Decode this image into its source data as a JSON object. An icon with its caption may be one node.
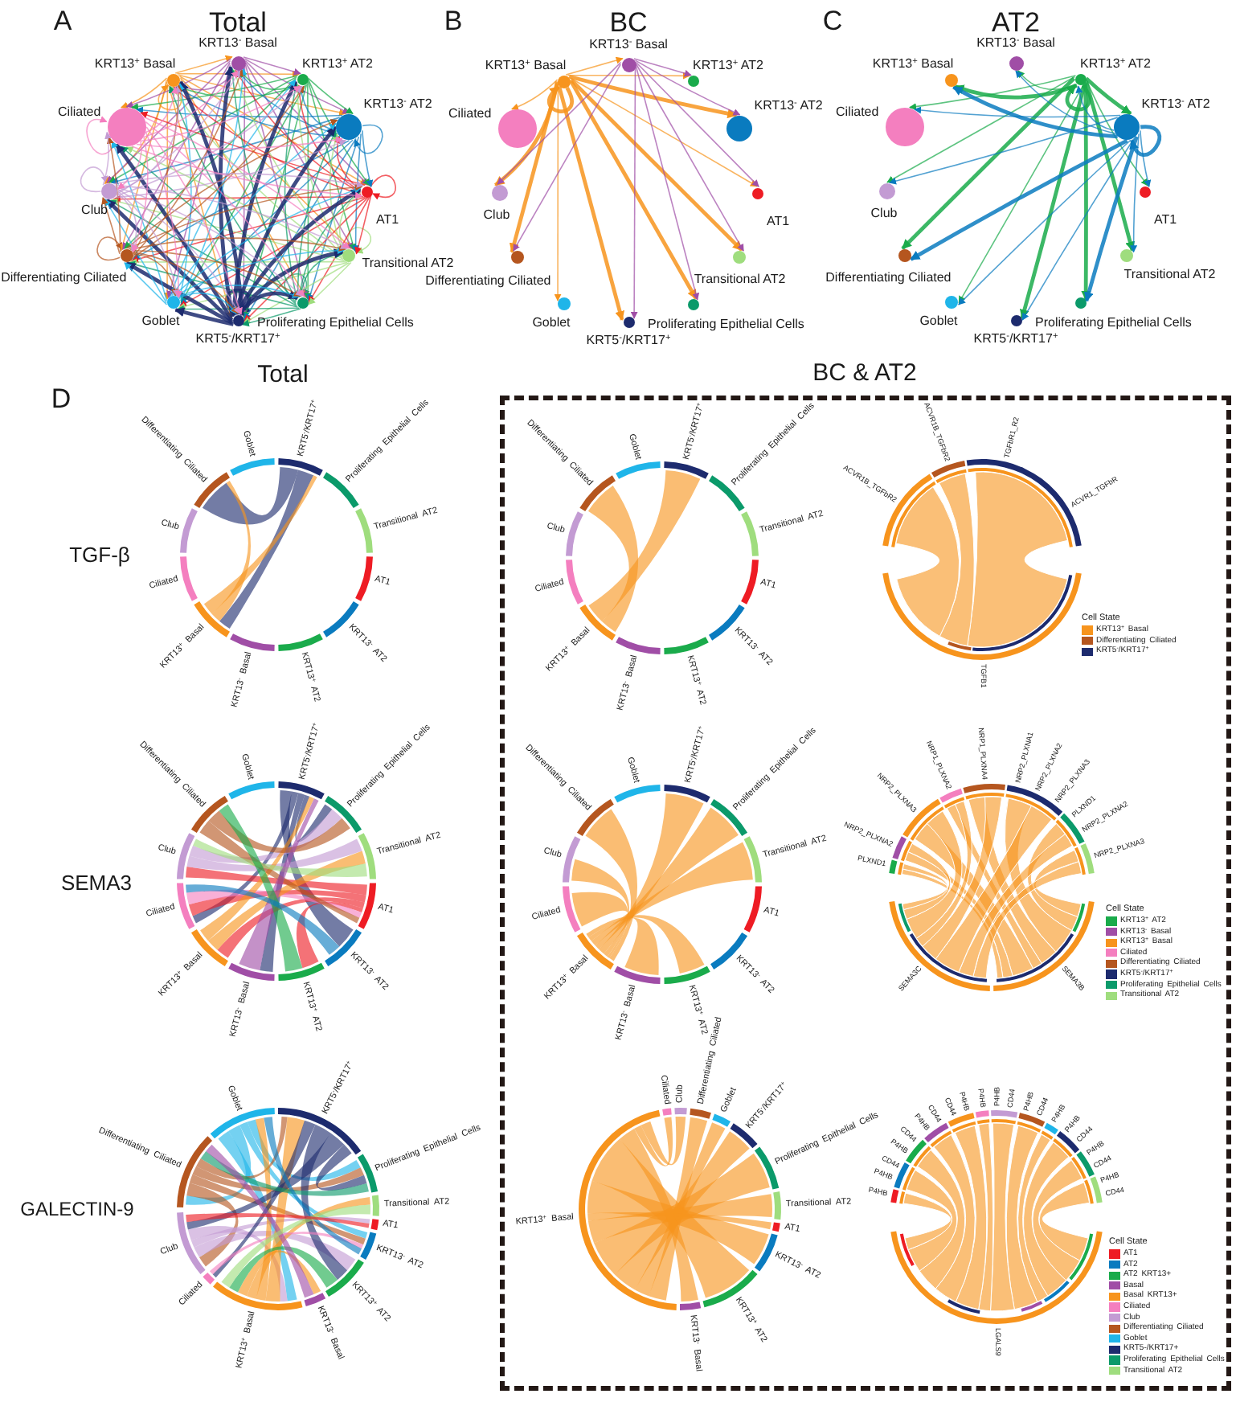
{
  "diagram": {
    "nodes": [
      {
        "text": [
          "KRT13$^{+}$ Basal"
        ]
      },
      {
        "text": [
          "KRT13$^{-}$ Basal"
        ]
      },
      {
        "text": [
          "KRT13$^{+}$ AT2"
        ]
      },
      {
        "text": [
          "KRT13$^{-}$ AT2"
        ]
      },
      {
        "text": [
          "AT1"
        ]
      },
      {
        "text": [
          "Transitional AT2"
        ]
      },
      {
        "text": [
          "Proliferating Epithelial Cells"
        ]
      },
      {
        "text": [
          "KRT5$^{-}$/KRT17$^{+}$"
        ]
      },
      {
        "text": [
          "Goblet"
        ]
      },
      {
        "text": [
          "Differentiating Ciliated"
        ]
      },
      {
        "text": [
          "Club"
        ]
      },
      {
        "text": [
          "Ciliated"
        ]
      },
      {
        "text": [
          "KRT13$^{+}$ Basal"
        ]
      },
      {
        "text": [
          "KRT13$^{-}$ Basal"
        ]
      },
      {
        "text": [
          "KRT13$^{+}$ AT2"
        ]
      },
      {
        "text": [
          "KRT13$^{-}$ AT2"
        ]
      },
      {
        "text": [
          "AT1"
        ]
      },
      {
        "text": [
          "Transitional AT2"
        ]
      },
      {
        "text": [
          "Proliferating Epithelial Cells"
        ]
      },
      {
        "text": [
          "KRT5$^{-}$/KRT17$^{+}$"
        ]
      },
      {
        "text": [
          "Goblet"
        ]
      },
      {
        "text": [
          "Differentiating Ciliated"
        ]
      },
      {
        "text": [
          "Club"
        ]
      },
      {
        "text": [
          "Ciliated"
        ]
      },
      {
        "text": [
          "KRT13$^{+}$ Basal"
        ]
      },
      {
        "text": [
          "KRT13$^{-}$ Basal"
        ]
      },
      {
        "text": [
          "KRT13$^{+}$ AT2"
        ]
      },
      {
        "text": [
          "KRT13$^{-}$ AT2"
        ]
      },
      {
        "text": [
          "AT1"
        ]
      },
      {
        "text": [
          "Transitional AT2"
        ]
      },
      {
        "text": [
          "Proliferating Epithelial Cells"
        ]
      },
      {
        "text": [
          "KRT5$^{-}$/KRT17$^{+}$"
        ]
      },
      {
        "text": [
          "Goblet"
        ]
      },
      {
        "text": [
          "Differentiating Ciliated"
        ]
      },
      {
        "text": [
          "Club"
        ]
      },
      {
        "text": [
          "Ciliated"
        ]
      }
    ],
    "edges": [
      {
        "from": 0,
        "to": 0,
        "arrow": "to",
        "color": "#f7941d"
      },
      {
        "from": 0,
        "to": 1,
        "arrow": "to",
        "color": "#f7941d"
      },
      {
        "from": 0,
        "to": 2,
        "arrow": "to",
        "color": "#f7941d"
      },
      {
        "from": 0,
        "to": 3,
        "arrow": "to",
        "color": "#f7941d"
      },
      {
        "from": 0,
        "to": 4,
        "arrow": "to",
        "color": "#f7941d"
      },
      {
        "from": 0,
        "to": 5,
        "arrow": "to",
        "color": "#f7941d"
      },
      {
        "from": 0,
        "to": 6,
        "arrow": "to",
        "color": "#f7941d"
      },
      {
        "from": 0,
        "to": 7,
        "arrow": "to",
        "color": "#f7941d"
      },
      {
        "from": 0,
        "to": 8,
        "arrow": "to",
        "color": "#f7941d"
      },
      {
        "from": 0,
        "to": 9,
        "arrow": "to",
        "color": "#f7941d"
      },
      {
        "from": 0,
        "to": 10,
        "arrow": "to",
        "color": "#f7941d"
      },
      {
        "from": 0,
        "to": 11,
        "arrow": "to",
        "color": "#f7941d"
      },
      {
        "from": 1,
        "to": 0,
        "arrow": "to",
        "color": "#a04ea6"
      },
      {
        "from": 1,
        "to": 2,
        "arrow": "to",
        "color": "#a04ea6"
      },
      {
        "from": 1,
        "to": 3,
        "arrow": "to",
        "color": "#a04ea6"
      },
      {
        "from": 1,
        "to": 4,
        "arrow": "to",
        "color": "#a04ea6"
      },
      {
        "from": 1,
        "to": 5,
        "arrow": "to",
        "color": "#a04ea6"
      },
      {
        "from": 1,
        "to": 6,
        "arrow": "to",
        "color": "#a04ea6"
      },
      {
        "from": 1,
        "to": 7,
        "arrow": "to",
        "color": "#a04ea6"
      },
      {
        "from": 1,
        "to": 8,
        "arrow": "to",
        "color": "#a04ea6"
      },
      {
        "from": 1,
        "to": 9,
        "arrow": "to",
        "color": "#a04ea6"
      },
      {
        "from": 1,
        "to": 10,
        "arrow": "to",
        "color": "#a04ea6"
      },
      {
        "from": 1,
        "to": 11,
        "arrow": "to",
        "color": "#a04ea6"
      },
      {
        "from": 2,
        "to": 0,
        "arrow": "to",
        "color": "#1aab4b"
      },
      {
        "from": 2,
        "to": 1,
        "arrow": "to",
        "color": "#1aab4b"
      },
      {
        "from": 2,
        "to": 3,
        "arrow": "to",
        "color": "#1aab4b"
      },
      {
        "from": 2,
        "to": 4,
        "arrow": "to",
        "color": "#1aab4b"
      },
      {
        "from": 2,
        "to": 5,
        "arrow": "to",
        "color": "#1aab4b"
      },
      {
        "from": 2,
        "to": 6,
        "arrow": "to",
        "color": "#1aab4b"
      },
      {
        "from": 2,
        "to": 7,
        "arrow": "to",
        "color": "#1aab4b"
      },
      {
        "from": 2,
        "to": 8,
        "arrow": "to",
        "color": "#1aab4b"
      },
      {
        "from": 2,
        "to": 9,
        "arrow": "to",
        "color": "#1aab4b"
      },
      {
        "from": 2,
        "to": 10,
        "arrow": "to",
        "color": "#1aab4b"
      },
      {
        "from": 2,
        "to": 11,
        "arrow": "to",
        "color": "#1aab4b"
      },
      {
        "from": 3,
        "to": 0,
        "arrow": "to",
        "color": "#0a7bbf"
      },
      {
        "from": 3,
        "to": 1,
        "arrow": "to",
        "color": "#0a7bbf"
      },
      {
        "from": 3,
        "to": 2,
        "arrow": "to",
        "color": "#0a7bbf"
      },
      {
        "from": 3,
        "to": 3,
        "arrow": "to",
        "color": "#0a7bbf"
      },
      {
        "from": 3,
        "to": 4,
        "arrow": "to",
        "color": "#0a7bbf"
      },
      {
        "from": 3,
        "to": 5,
        "arrow": "to",
        "color": "#0a7bbf"
      },
      {
        "from": 3,
        "to": 6,
        "arrow": "to",
        "color": "#0a7bbf"
      },
      {
        "from": 3,
        "to": 7,
        "arrow": "to",
        "color": "#0a7bbf"
      },
      {
        "from": 3,
        "to": 8,
        "arrow": "to",
        "color": "#0a7bbf"
      },
      {
        "from": 3,
        "to": 9,
        "arrow": "to",
        "color": "#0a7bbf"
      },
      {
        "from": 3,
        "to": 10,
        "arrow": "to",
        "color": "#0a7bbf"
      },
      {
        "from": 3,
        "to": 11,
        "arrow": "to",
        "color": "#0a7bbf"
      },
      {
        "from": 4,
        "to": 0,
        "arrow": "to",
        "color": "#ee1c24"
      },
      {
        "from": 4,
        "to": 1,
        "arrow": "to",
        "color": "#ee1c24"
      },
      {
        "from": 4,
        "to": 2,
        "arrow": "to",
        "color": "#ee1c24"
      },
      {
        "from": 4,
        "to": 3,
        "arrow": "to",
        "color": "#ee1c24"
      },
      {
        "from": 4,
        "to": 4,
        "arrow": "to",
        "color": "#ee1c24"
      },
      {
        "from": 4,
        "to": 5,
        "arrow": "to",
        "color": "#ee1c24"
      },
      {
        "from": 4,
        "to": 6,
        "arrow": "to",
        "color": "#ee1c24"
      },
      {
        "from": 4,
        "to": 7,
        "arrow": "to",
        "color": "#ee1c24"
      },
      {
        "from": 4,
        "to": 8,
        "arrow": "to",
        "color": "#ee1c24"
      },
      {
        "from": 4,
        "to": 9,
        "arrow": "to",
        "color": "#ee1c24"
      },
      {
        "from": 4,
        "to": 10,
        "arrow": "to",
        "color": "#ee1c24"
      },
      {
        "from": 4,
        "to": 11,
        "arrow": "to",
        "color": "#ee1c24"
      },
      {
        "from": 5,
        "to": 0,
        "arrow": "to",
        "color": "#9fdd7e"
      },
      {
        "from": 5,
        "to": 1,
        "arrow": "to",
        "color": "#9fdd7e"
      },
      {
        "from": 5,
        "to": 2,
        "arrow": "to",
        "color": "#9fdd7e"
      },
      {
        "from": 5,
        "to": 3,
        "arrow": "to",
        "color": "#9fdd7e"
      },
      {
        "from": 5,
        "to": 4,
        "arrow": "to",
        "color": "#9fdd7e"
      },
      {
        "from": 5,
        "to": 5,
        "arrow": "to",
        "color": "#9fdd7e"
      },
      {
        "from": 5,
        "to": 6,
        "arrow": "to",
        "color": "#9fdd7e"
      },
      {
        "from": 5,
        "to": 7,
        "arrow": "to",
        "color": "#9fdd7e"
      },
      {
        "from": 5,
        "to": 8,
        "arrow": "to",
        "color": "#9fdd7e"
      },
      {
        "from": 5,
        "to": 9,
        "arrow": "to",
        "color": "#9fdd7e"
      },
      {
        "from": 5,
        "to": 10,
        "arrow": "to",
        "color": "#9fdd7e"
      },
      {
        "from": 5,
        "to": 11,
        "arrow": "to",
        "color": "#9fdd7e"
      },
      {
        "from": 6,
        "to": 0,
        "arrow": "to",
        "color": "#0b9a6a"
      },
      {
        "from": 6,
        "to": 1,
        "arrow": "to",
        "color": "#0b9a6a"
      },
      {
        "from": 6,
        "to": 2,
        "arrow": "to",
        "color": "#0b9a6a"
      },
      {
        "from": 6,
        "to": 3,
        "arrow": "to",
        "color": "#0b9a6a"
      },
      {
        "from": 6,
        "to": 4,
        "arrow": "to",
        "color": "#0b9a6a"
      },
      {
        "from": 6,
        "to": 5,
        "arrow": "to",
        "color": "#0b9a6a"
      },
      {
        "from": 6,
        "to": 6,
        "arrow": "to",
        "color": "#0b9a6a"
      },
      {
        "from": 6,
        "to": 7,
        "arrow": "to",
        "color": "#0b9a6a"
      },
      {
        "from": 6,
        "to": 8,
        "arrow": "to",
        "color": "#0b9a6a"
      },
      {
        "from": 6,
        "to": 9,
        "arrow": "to",
        "color": "#0b9a6a"
      },
      {
        "from": 6,
        "to": 10,
        "arrow": "to",
        "color": "#0b9a6a"
      },
      {
        "from": 6,
        "to": 11,
        "arrow": "to",
        "color": "#0b9a6a"
      },
      {
        "from": 7,
        "to": 0,
        "arrow": "to",
        "style": "thick",
        "color": "#1d2b6e"
      },
      {
        "from": 7,
        "to": 1,
        "arrow": "to",
        "style": "thick",
        "color": "#1d2b6e"
      },
      {
        "from": 7,
        "to": 2,
        "arrow": "to",
        "style": "thick",
        "color": "#1d2b6e"
      },
      {
        "from": 7,
        "to": 3,
        "arrow": "to",
        "style": "thick",
        "color": "#1d2b6e"
      },
      {
        "from": 7,
        "to": 4,
        "arrow": "to",
        "style": "thick",
        "color": "#1d2b6e"
      },
      {
        "from": 7,
        "to": 5,
        "arrow": "to",
        "style": "thick",
        "color": "#1d2b6e"
      },
      {
        "from": 7,
        "to": 6,
        "arrow": "to",
        "style": "thick",
        "color": "#1d2b6e"
      },
      {
        "from": 7,
        "to": 7,
        "arrow": "to",
        "style": "thick",
        "color": "#1d2b6e"
      },
      {
        "from": 7,
        "to": 8,
        "arrow": "to",
        "style": "thick",
        "color": "#1d2b6e"
      },
      {
        "from": 7,
        "to": 9,
        "arrow": "to",
        "style": "thick",
        "color": "#1d2b6e"
      },
      {
        "from": 7,
        "to": 10,
        "arrow": "to",
        "style": "thick",
        "color": "#1d2b6e"
      },
      {
        "from": 7,
        "to": 11,
        "arrow": "to",
        "style": "thick",
        "color": "#1d2b6e"
      },
      {
        "from": 8,
        "to": 0,
        "arrow": "to",
        "color": "#1fb5e9"
      },
      {
        "from": 8,
        "to": 1,
        "arrow": "to",
        "color": "#1fb5e9"
      },
      {
        "from": 8,
        "to": 2,
        "arrow": "to",
        "color": "#1fb5e9"
      },
      {
        "from": 8,
        "to": 3,
        "arrow": "to",
        "color": "#1fb5e9"
      },
      {
        "from": 8,
        "to": 4,
        "arrow": "to",
        "color": "#1fb5e9"
      },
      {
        "from": 8,
        "to": 5,
        "arrow": "to",
        "color": "#1fb5e9"
      },
      {
        "from": 8,
        "to": 6,
        "arrow": "to",
        "color": "#1fb5e9"
      },
      {
        "from": 8,
        "to": 7,
        "arrow": "to",
        "color": "#1fb5e9"
      },
      {
        "from": 8,
        "to": 9,
        "arrow": "to",
        "color": "#1fb5e9"
      },
      {
        "from": 8,
        "to": 10,
        "arrow": "to",
        "color": "#1fb5e9"
      },
      {
        "from": 8,
        "to": 11,
        "arrow": "to",
        "color": "#1fb5e9"
      },
      {
        "from": 9,
        "to": 0,
        "arrow": "to",
        "color": "#b5561f"
      },
      {
        "from": 9,
        "to": 1,
        "arrow": "to",
        "color": "#b5561f"
      },
      {
        "from": 9,
        "to": 2,
        "arrow": "to",
        "color": "#b5561f"
      },
      {
        "from": 9,
        "to": 3,
        "arrow": "to",
        "color": "#b5561f"
      },
      {
        "from": 9,
        "to": 4,
        "arrow": "to",
        "color": "#b5561f"
      },
      {
        "from": 9,
        "to": 5,
        "arrow": "to",
        "color": "#b5561f"
      },
      {
        "from": 9,
        "to": 6,
        "arrow": "to",
        "color": "#b5561f"
      },
      {
        "from": 9,
        "to": 7,
        "arrow": "to",
        "color": "#b5561f"
      },
      {
        "from": 9,
        "to": 8,
        "arrow": "to",
        "color": "#b5561f"
      },
      {
        "from": 9,
        "to": 9,
        "arrow": "to",
        "color": "#b5561f"
      },
      {
        "from": 9,
        "to": 10,
        "arrow": "to",
        "color": "#b5561f"
      },
      {
        "from": 9,
        "to": 11,
        "arrow": "to",
        "color": "#b5561f"
      },
      {
        "from": 10,
        "to": 0,
        "arrow": "to",
        "color": "#c39bd3"
      },
      {
        "from": 10,
        "to": 1,
        "arrow": "to",
        "color": "#c39bd3"
      },
      {
        "from": 10,
        "to": 2,
        "arrow": "to",
        "color": "#c39bd3"
      },
      {
        "from": 10,
        "to": 3,
        "arrow": "to",
        "color": "#c39bd3"
      },
      {
        "from": 10,
        "to": 4,
        "arrow": "to",
        "color": "#c39bd3"
      },
      {
        "from": 10,
        "to": 5,
        "arrow": "to",
        "color": "#c39bd3"
      },
      {
        "from": 10,
        "to": 6,
        "arrow": "to",
        "color": "#c39bd3"
      },
      {
        "from": 10,
        "to": 7,
        "arrow": "to",
        "color": "#c39bd3"
      },
      {
        "from": 10,
        "to": 8,
        "arrow": "to",
        "color": "#c39bd3"
      },
      {
        "from": 10,
        "to": 9,
        "arrow": "to",
        "color": "#c39bd3"
      },
      {
        "from": 10,
        "to": 10,
        "arrow": "to",
        "color": "#c39bd3"
      },
      {
        "from": 10,
        "to": 11,
        "arrow": "to",
        "color": "#c39bd3"
      },
      {
        "from": 11,
        "to": 0,
        "arrow": "to",
        "color": "#f47fbf"
      },
      {
        "from": 11,
        "to": 1,
        "arrow": "to",
        "color": "#f47fbf"
      },
      {
        "from": 11,
        "to": 2,
        "arrow": "to",
        "color": "#f47fbf"
      },
      {
        "from": 11,
        "to": 3,
        "arrow": "to",
        "color": "#f47fbf"
      },
      {
        "from": 11,
        "to": 4,
        "arrow": "to",
        "color": "#f47fbf"
      },
      {
        "from": 11,
        "to": 5,
        "arrow": "to",
        "color": "#f47fbf"
      },
      {
        "from": 11,
        "to": 6,
        "arrow": "to",
        "color": "#f47fbf"
      },
      {
        "from": 11,
        "to": 7,
        "arrow": "to",
        "color": "#f47fbf"
      },
      {
        "from": 11,
        "to": 8,
        "arrow": "to",
        "color": "#f47fbf"
      },
      {
        "from": 11,
        "to": 9,
        "arrow": "to",
        "color": "#f47fbf"
      },
      {
        "from": 11,
        "to": 10,
        "arrow": "to",
        "color": "#f47fbf"
      },
      {
        "from": 11,
        "to": 11,
        "arrow": "to",
        "color": "#f47fbf"
      },
      {
        "from": 12,
        "to": 12,
        "arrow": "to",
        "style": "thick",
        "color": "#f7941d"
      },
      {
        "from": 12,
        "to": 13,
        "arrow": "to",
        "color": "#f7941d"
      },
      {
        "from": 12,
        "to": 14,
        "arrow": "to",
        "color": "#f7941d"
      },
      {
        "from": 12,
        "to": 15,
        "arrow": "to",
        "style": "thick",
        "color": "#f7941d"
      },
      {
        "from": 12,
        "to": 16,
        "arrow": "to",
        "color": "#f7941d"
      },
      {
        "from": 12,
        "to": 17,
        "arrow": "to",
        "style": "thick",
        "color": "#f7941d"
      },
      {
        "from": 12,
        "to": 18,
        "arrow": "to",
        "style": "thick",
        "color": "#f7941d"
      },
      {
        "from": 12,
        "to": 19,
        "arrow": "to",
        "style": "thick",
        "color": "#f7941d"
      },
      {
        "from": 12,
        "to": 20,
        "arrow": "to",
        "color": "#f7941d"
      },
      {
        "from": 12,
        "to": 21,
        "arrow": "to",
        "style": "thick",
        "color": "#f7941d"
      },
      {
        "from": 12,
        "to": 22,
        "arrow": "to",
        "style": "thick",
        "color": "#f7941d"
      },
      {
        "from": 12,
        "to": 23,
        "arrow": "to",
        "color": "#f7941d"
      },
      {
        "from": 13,
        "to": 14,
        "arrow": "to",
        "color": "#a04ea6"
      },
      {
        "from": 13,
        "to": 15,
        "arrow": "to",
        "color": "#a04ea6"
      },
      {
        "from": 13,
        "to": 16,
        "arrow": "to",
        "color": "#a04ea6"
      },
      {
        "from": 13,
        "to": 17,
        "arrow": "to",
        "color": "#a04ea6"
      },
      {
        "from": 13,
        "to": 18,
        "arrow": "to",
        "color": "#a04ea6"
      },
      {
        "from": 13,
        "to": 19,
        "arrow": "to",
        "color": "#a04ea6"
      },
      {
        "from": 13,
        "to": 21,
        "arrow": "to",
        "color": "#a04ea6"
      },
      {
        "from": 13,
        "to": 22,
        "arrow": "to",
        "color": "#a04ea6"
      },
      {
        "from": 26,
        "to": 24,
        "arrow": "to",
        "style": "thick",
        "color": "#1aab4b"
      },
      {
        "from": 26,
        "to": 25,
        "arrow": "to",
        "color": "#1aab4b"
      },
      {
        "from": 26,
        "to": 26,
        "arrow": "to",
        "style": "thick",
        "color": "#1aab4b"
      },
      {
        "from": 26,
        "to": 27,
        "arrow": "to",
        "style": "thick",
        "color": "#1aab4b"
      },
      {
        "from": 26,
        "to": 28,
        "arrow": "to",
        "color": "#1aab4b"
      },
      {
        "from": 26,
        "to": 29,
        "arrow": "to",
        "style": "thick",
        "color": "#1aab4b"
      },
      {
        "from": 26,
        "to": 30,
        "arrow": "to",
        "style": "thick",
        "color": "#1aab4b"
      },
      {
        "from": 26,
        "to": 31,
        "arrow": "to",
        "style": "thick",
        "color": "#1aab4b"
      },
      {
        "from": 26,
        "to": 32,
        "arrow": "to",
        "color": "#1aab4b"
      },
      {
        "from": 26,
        "to": 33,
        "arrow": "to",
        "style": "thick",
        "color": "#1aab4b"
      },
      {
        "from": 26,
        "to": 34,
        "arrow": "to",
        "color": "#1aab4b"
      },
      {
        "from": 26,
        "to": 35,
        "arrow": "to",
        "color": "#1aab4b"
      },
      {
        "from": 27,
        "to": 24,
        "arrow": "to",
        "style": "thick",
        "color": "#0a7bbf"
      },
      {
        "from": 27,
        "to": 25,
        "arrow": "to",
        "color": "#0a7bbf"
      },
      {
        "from": 27,
        "to": 26,
        "arrow": "to",
        "color": "#0a7bbf"
      },
      {
        "from": 27,
        "to": 27,
        "arrow": "to",
        "style": "thick",
        "color": "#0a7bbf"
      },
      {
        "from": 27,
        "to": 28,
        "arrow": "to",
        "color": "#0a7bbf"
      },
      {
        "from": 27,
        "to": 29,
        "arrow": "to",
        "color": "#0a7bbf"
      },
      {
        "from": 27,
        "to": 30,
        "arrow": "to",
        "style": "thick",
        "color": "#0a7bbf"
      },
      {
        "from": 27,
        "to": 31,
        "arrow": "to",
        "color": "#0a7bbf"
      },
      {
        "from": 27,
        "to": 32,
        "arrow": "to",
        "color": "#0a7bbf"
      },
      {
        "from": 27,
        "to": 33,
        "arrow": "to",
        "style": "thick",
        "color": "#0a7bbf"
      },
      {
        "from": 27,
        "to": 34,
        "arrow": "to",
        "color": "#0a7bbf"
      },
      {
        "from": 27,
        "to": 35,
        "arrow": "to",
        "color": "#0a7bbf"
      }
    ],
    "labels": [
      "A",
      "Total",
      "B",
      "BC",
      "C",
      "AT2",
      "D",
      "Total",
      "BC & AT2",
      "TGF-β",
      "Differentiating Ciliated",
      "Goblet",
      "KRT5$^{-}$/KRT17$^{+}$",
      "Proliferating Epithelial Cells",
      "Transitional AT2",
      "AT1",
      "KRT13$^{-}$ AT2",
      "KRT13$^{-}$ Basal",
      "KRT13$^{+}$ AT2",
      "KRT13$^{+}$ Basal",
      "Ciliated",
      "Club",
      "Differentiating Ciliated",
      "Goblet",
      "KRT5$^{-}$/KRT17$^{+}$",
      "Proliferating Epithelial Cells",
      "Transitional AT2",
      "AT1",
      "KRT13$^{-}$ AT2",
      "KRT13$^{-}$ Basal",
      "KRT13$^{+}$ AT2",
      "KRT13$^{+}$ Basal",
      "Ciliated",
      "Club",
      "ACVR1B_TGFbR2",
      "ACVR1B_TGFbR2",
      "TGFbR1_R2",
      "ACVR1_TGFbR",
      "TGFB1",
      "Cell State",
      "SEMA3",
      "Differentiating Ciliated",
      "Goblet",
      "KRT5$^{-}$/KRT17$^{+}$",
      "Proliferating Epithelial Cells",
      "Transitional AT2",
      "AT1",
      "KRT13$^{-}$ AT2",
      "KRT13$^{-}$ Basal",
      "KRT13$^{+}$ AT2",
      "KRT13$^{+}$ Basal",
      "Ciliated",
      "Club",
      "Differentiating Ciliated",
      "Goblet",
      "KRT5$^{-}$/KRT17$^{+}$",
      "Proliferating Epithelial Cells",
      "Transitional AT2",
      "AT1",
      "KRT13$^{-}$ AT2",
      "KRT13$^{-}$ Basal",
      "KRT13$^{+}$ AT2",
      "KRT13$^{+}$ Basal",
      "Ciliated",
      "Club",
      "PLXND1",
      "NRP2_PLXNA2",
      "NRP2_PLXNA3",
      "NRP1_PLXNA2",
      "NRP1_PLXNA4",
      "NRP2_PLXNA1",
      "NRP2_PLXNA2",
      "NRP2_PLXNA3",
      "PLXND1",
      "NRP2_PLXNA2",
      "NRP2_PLXNA3",
      "SEMA3C",
      "SEMA3B",
      "Cell State",
      "GALECTIN-9",
      "Differentiating Ciliated",
      "Goblet",
      "KRT5$^{-}$/KRT17$^{+}$",
      "Proliferating Epithelial Cells",
      "Transitional AT2",
      "AT1",
      "Club",
      "KRT13$^{-}$ AT2",
      "Ciliated",
      "KRT13$^{+}$ Basal",
      "KRT13$^{-}$ Basal",
      "KRT13$^{+}$ AT2",
      "Differentiating Ciliated",
      "Goblet",
      "KRT5$^{-}$/KRT17$^{+}$",
      "Proliferating Epithelial Cells",
      "Transitional AT2",
      "AT1",
      "KRT13$^{-}$ AT2",
      "KRT13$^{+}$ AT2",
      "KRT13$^{-}$ Basal",
      "KRT13$^{+}$ Basal",
      "Ciliated",
      "Club",
      "P4HB",
      "P4HB",
      "CD44",
      "P4HB",
      "CD44",
      "P4HB",
      "CD44",
      "CD44",
      "P4HB",
      "P4HB",
      "P4HB",
      "CD44",
      "P4HB",
      "CD44",
      "P4HB",
      "P4HB",
      "CD44",
      "P4HB",
      "CD44",
      "P4HB",
      "CD44",
      "LGALS9",
      "Cell State"
    ],
    "legend": [
      {
        "text": "KRT13$^{+}$ Basal",
        "color": "#f7941d"
      },
      {
        "text": "Differentiating Ciliated",
        "color": "#b5561f"
      },
      {
        "text": "KRT5$^{-}$/KRT17$^{+}$",
        "color": "#1d2b6e"
      },
      {
        "text": "KRT13$^{+}$ AT2",
        "color": "#1aab4b"
      },
      {
        "text": "KRT13$^{-}$ Basal",
        "color": "#a04ea6"
      },
      {
        "text": "KRT13$^{+}$ Basal",
        "color": "#f7941d"
      },
      {
        "text": "Ciliated",
        "color": "#f47fbf"
      },
      {
        "text": "Differentiating Ciliated",
        "color": "#b5561f"
      },
      {
        "text": "KRT5$^{-}$/KRT17$^{+}$",
        "color": "#1d2b6e"
      },
      {
        "text": "Proliferating Epithelial Cells",
        "color": "#0b9a6a"
      },
      {
        "text": "Transitional AT2",
        "color": "#9fdd7e"
      },
      {
        "text": "AT1",
        "color": "#ee1c24"
      },
      {
        "text": "AT2",
        "color": "#0a7bbf"
      },
      {
        "text": "AT2 KRT13+",
        "color": "#1aab4b"
      },
      {
        "text": "Basal",
        "color": "#a04ea6"
      },
      {
        "text": "Basal KRT13+",
        "color": "#f7941d"
      },
      {
        "text": "Ciliated",
        "color": "#f47fbf"
      },
      {
        "text": "Club",
        "color": "#c39bd3"
      },
      {
        "text": "Differentiating Ciliated",
        "color": "#b5561f"
      },
      {
        "text": "Goblet",
        "color": "#1fb5e9"
      },
      {
        "text": "KRT5-/KRT17+",
        "color": "#1d2b6e"
      },
      {
        "text": "Proliferating Epithelial Cells",
        "color": "#0b9a6a"
      },
      {
        "text": "Transitional AT2",
        "color": "#9fdd7e"
      }
    ]
  }
}
